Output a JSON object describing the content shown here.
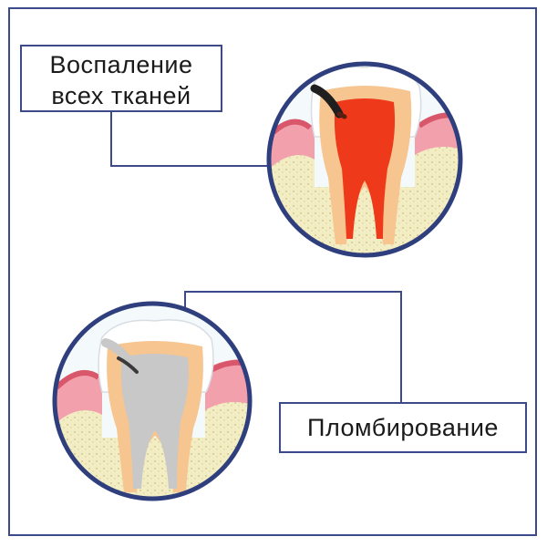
{
  "labels": {
    "inflammation_line1": "Воспаление",
    "inflammation_line2": "всех тканей",
    "filling": "Пломбирование"
  },
  "colors": {
    "frame": "#3d4a8a",
    "circle_bg": "#eef6fb",
    "gum": "#f2a0ac",
    "gum_edge": "#d8576a",
    "bone": "#f3edc4",
    "tooth_shell": "#f7c58f",
    "pulp_inflamed": "#ee3a1a",
    "filling": "#c8c8c8",
    "enamel": "#ffffff"
  }
}
